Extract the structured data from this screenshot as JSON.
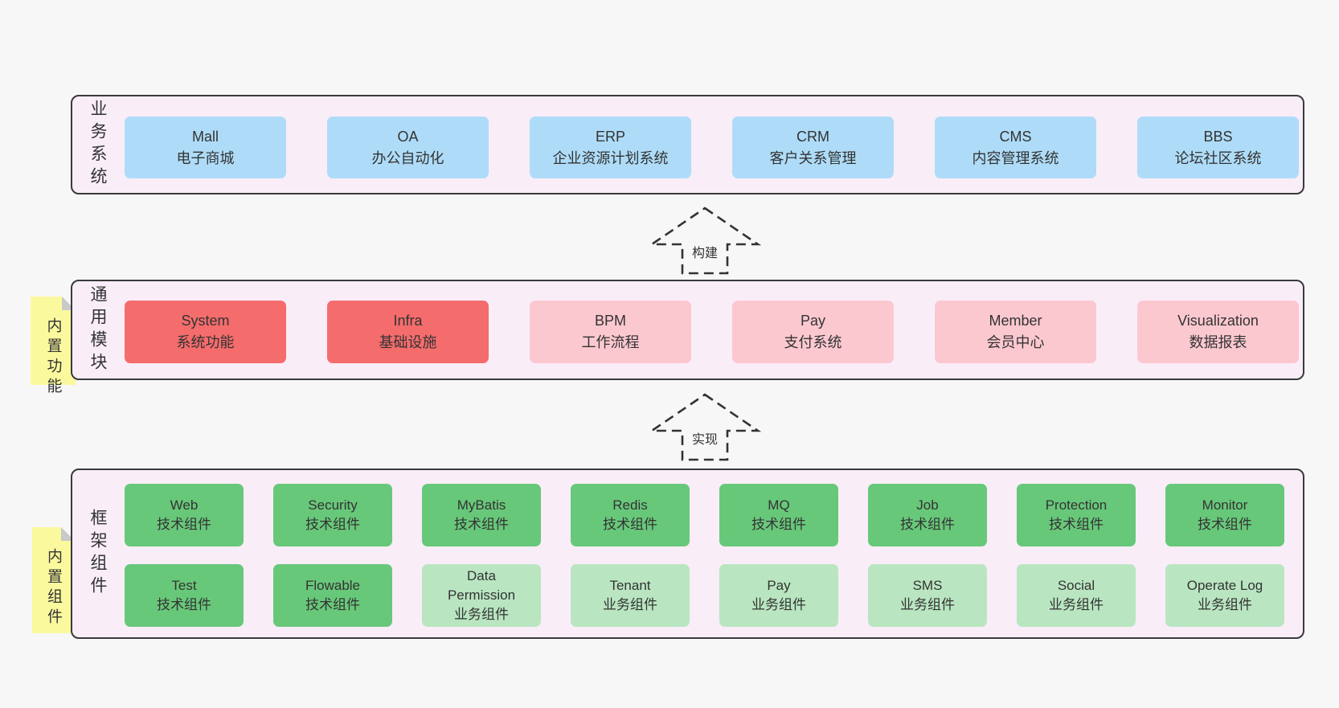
{
  "colors": {
    "page_bg": "#f7f7f7",
    "band_bg": "#f9edf8",
    "band_border": "#3a3a3a",
    "blue": "#aedcf8",
    "red": "#f56c6c",
    "pink": "#fcc8d0",
    "green_dark": "#68c87a",
    "green_light": "#b9e6c1",
    "sticky_yellow": "#fbf99e",
    "sticky_fold": "#c9c9c9",
    "text": "#333333"
  },
  "arrows": [
    {
      "label": "构建"
    },
    {
      "label": "实现"
    }
  ],
  "bands": [
    {
      "label": "业务系统",
      "boxes": [
        {
          "name": "Mall",
          "desc": "电子商城",
          "variant": "blue"
        },
        {
          "name": "OA",
          "desc": "办公自动化",
          "variant": "blue"
        },
        {
          "name": "ERP",
          "desc": "企业资源计划系统",
          "variant": "blue"
        },
        {
          "name": "CRM",
          "desc": "客户关系管理",
          "variant": "blue"
        },
        {
          "name": "CMS",
          "desc": "内容管理系统",
          "variant": "blue"
        },
        {
          "name": "BBS",
          "desc": "论坛社区系统",
          "variant": "blue"
        }
      ]
    },
    {
      "label": "通用模块",
      "sticky": "内置功能",
      "boxes": [
        {
          "name": "System",
          "desc": "系统功能",
          "variant": "red"
        },
        {
          "name": "Infra",
          "desc": "基础设施",
          "variant": "red"
        },
        {
          "name": "BPM",
          "desc": "工作流程",
          "variant": "pink"
        },
        {
          "name": "Pay",
          "desc": "支付系统",
          "variant": "pink"
        },
        {
          "name": "Member",
          "desc": "会员中心",
          "variant": "pink"
        },
        {
          "name": "Visualization",
          "desc": "数据报表",
          "variant": "pink"
        }
      ]
    },
    {
      "label": "框架组件",
      "sticky": "内置组件",
      "rows": [
        [
          {
            "name": "Web",
            "desc": "技术组件",
            "variant": "green_dark"
          },
          {
            "name": "Security",
            "desc": "技术组件",
            "variant": "green_dark"
          },
          {
            "name": "MyBatis",
            "desc": "技术组件",
            "variant": "green_dark"
          },
          {
            "name": "Redis",
            "desc": "技术组件",
            "variant": "green_dark"
          },
          {
            "name": "MQ",
            "desc": "技术组件",
            "variant": "green_dark"
          },
          {
            "name": "Job",
            "desc": "技术组件",
            "variant": "green_dark"
          },
          {
            "name": "Protection",
            "desc": "技术组件",
            "variant": "green_dark"
          },
          {
            "name": "Monitor",
            "desc": "技术组件",
            "variant": "green_dark"
          }
        ],
        [
          {
            "name": "Test",
            "desc": "技术组件",
            "variant": "green_dark"
          },
          {
            "name": "Flowable",
            "desc": "技术组件",
            "variant": "green_dark"
          },
          {
            "name": "Data Permission",
            "desc": "业务组件",
            "variant": "green_light"
          },
          {
            "name": "Tenant",
            "desc": "业务组件",
            "variant": "green_light"
          },
          {
            "name": "Pay",
            "desc": "业务组件",
            "variant": "green_light"
          },
          {
            "name": "SMS",
            "desc": "业务组件",
            "variant": "green_light"
          },
          {
            "name": "Social",
            "desc": "业务组件",
            "variant": "green_light"
          },
          {
            "name": "Operate Log",
            "desc": "业务组件",
            "variant": "green_light"
          }
        ]
      ]
    }
  ]
}
